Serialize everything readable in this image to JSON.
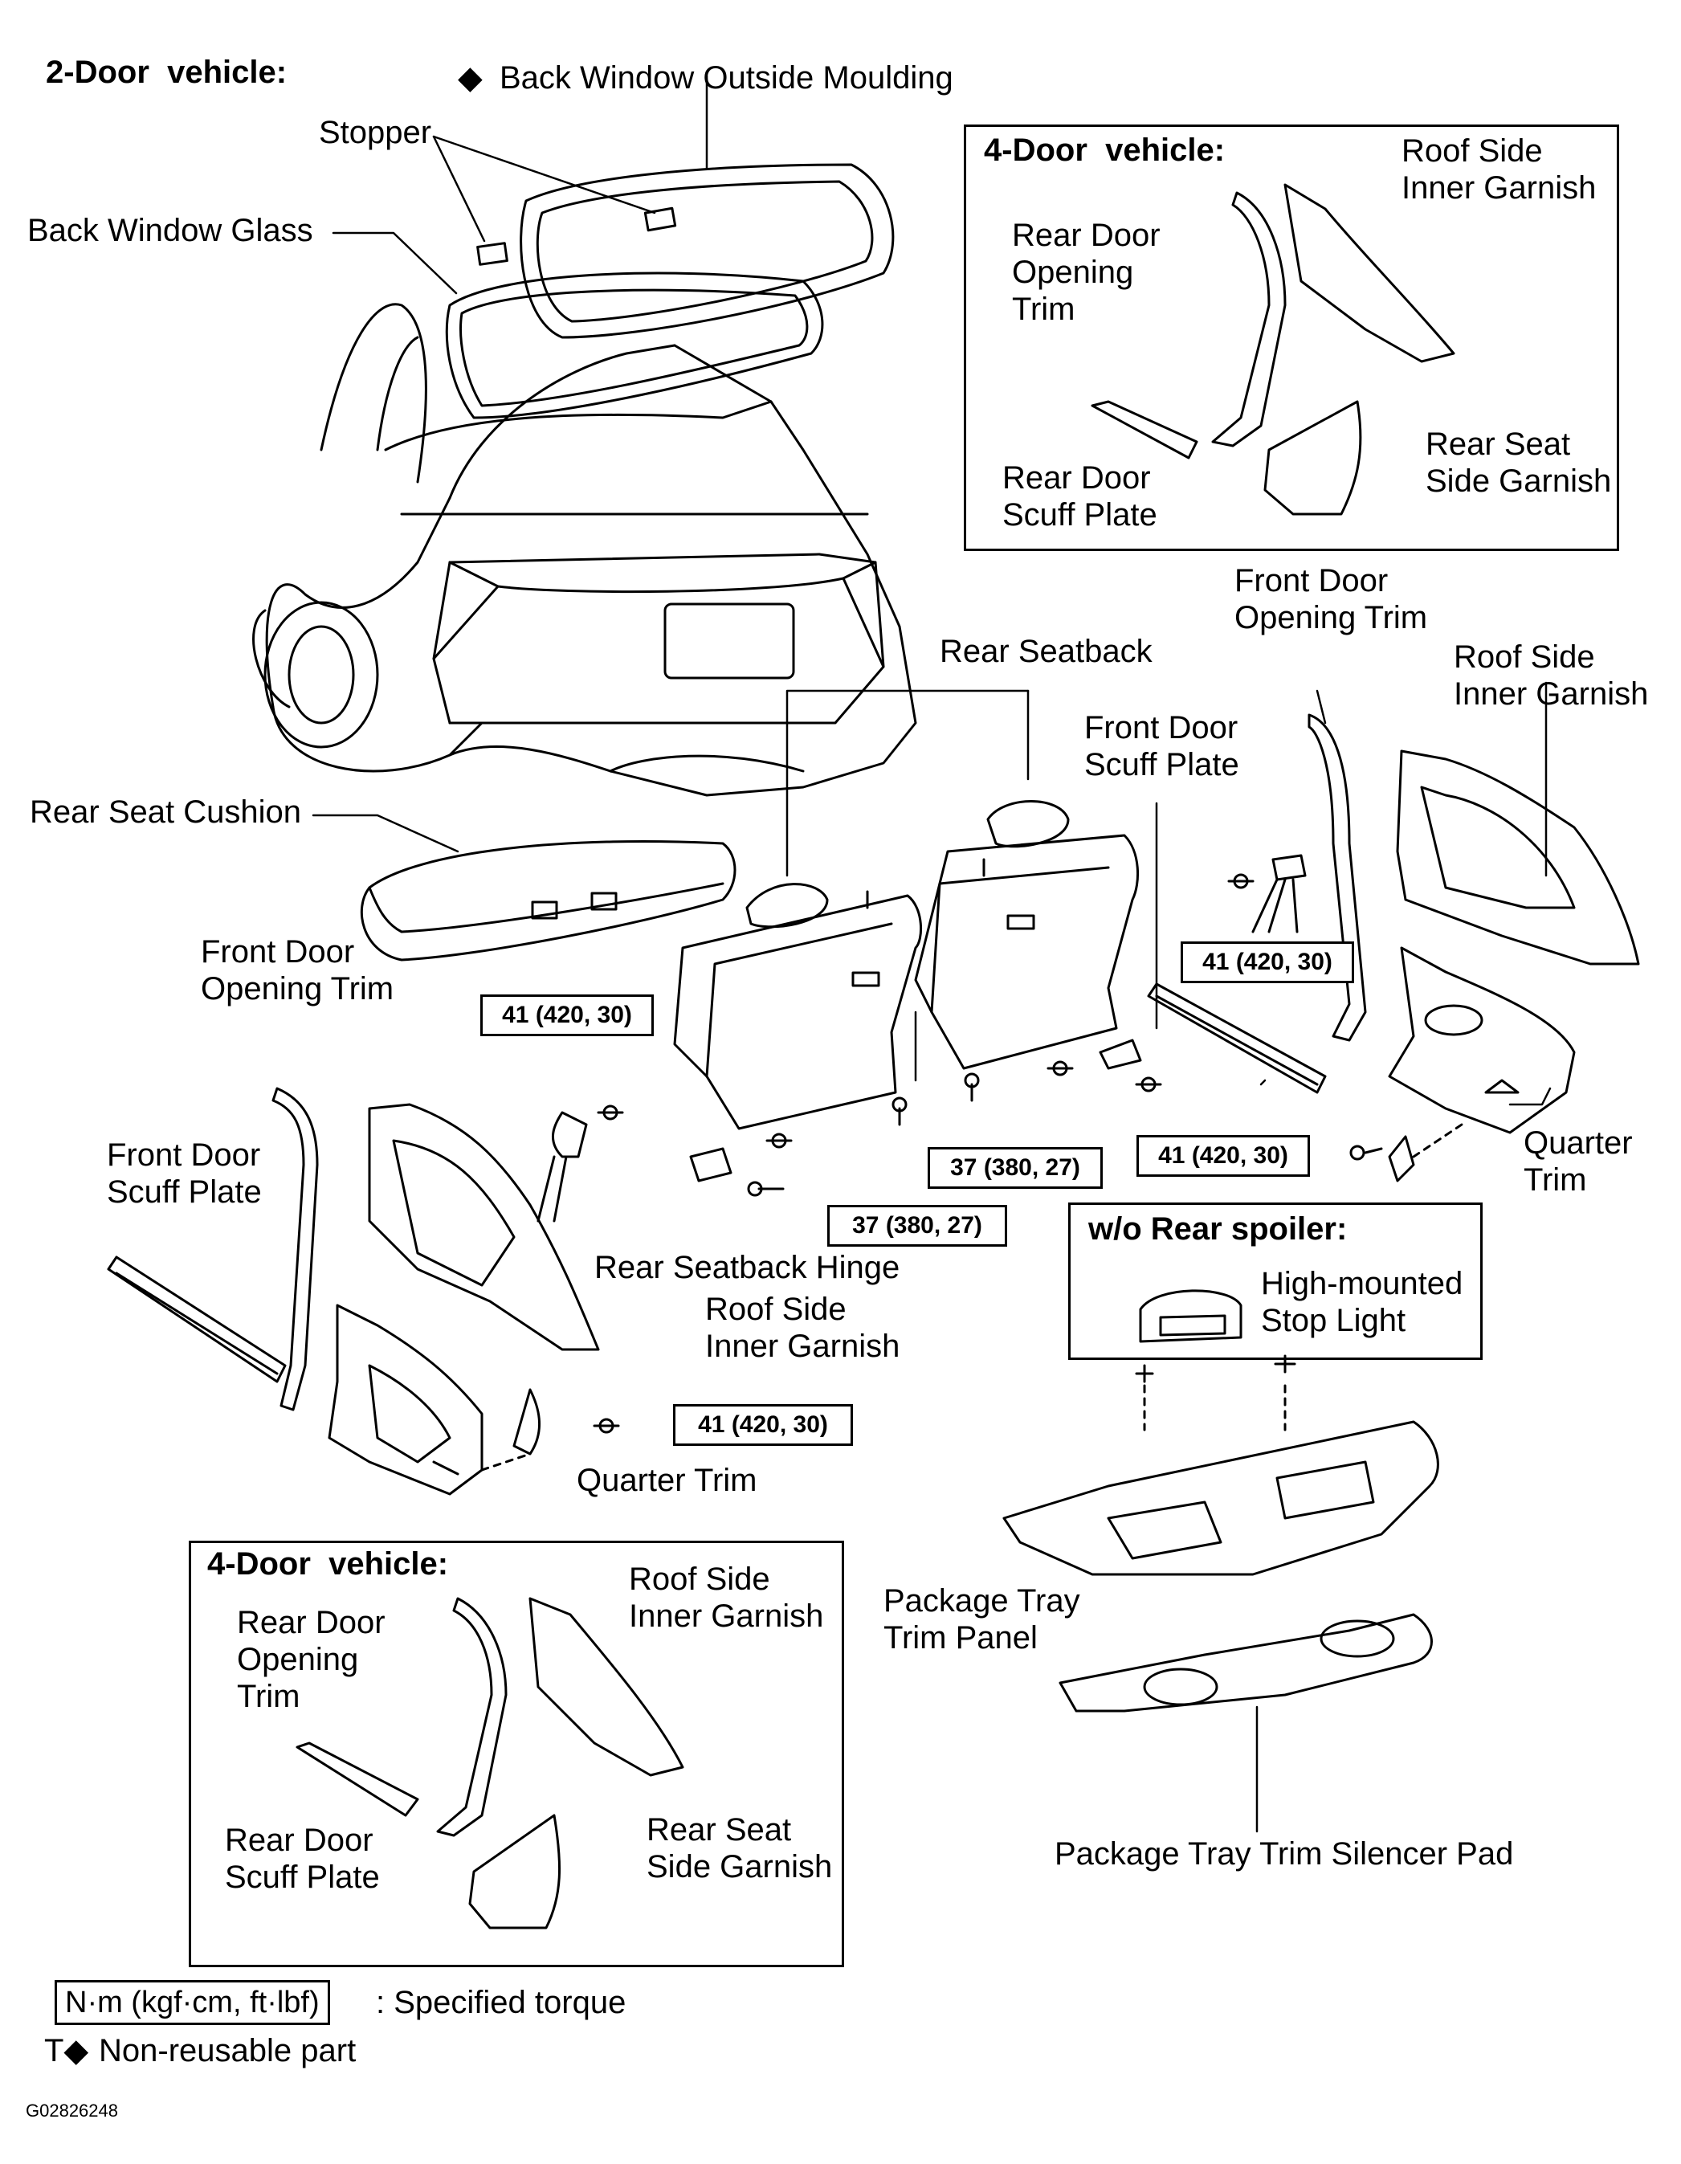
{
  "headers": {
    "two_door": "2-Door  vehicle:",
    "four_door_top": "4-Door  vehicle:",
    "four_door_bottom": "4-Door  vehicle:",
    "wo_rear_spoiler": "w/o Rear spoiler:"
  },
  "labels": {
    "back_window_outside_moulding": "Back Window Outside Moulding",
    "moulding_marker": "◆",
    "stopper": "Stopper",
    "back_window_glass": "Back Window Glass",
    "rear_seat_cushion": "Rear Seat Cushion",
    "rear_seatback": "Rear Seatback",
    "front_door_opening_trim_left": "Front Door\nOpening Trim",
    "front_door_scuff_plate_left": "Front Door\nScuff Plate",
    "rear_seatback_hinge": "Rear Seatback Hinge",
    "roof_side_inner_garnish_center": "Roof Side\nInner Garnish",
    "quarter_trim_left": "Quarter Trim",
    "front_door_opening_trim_right": "Front Door\nOpening Trim",
    "front_door_scuff_plate_right": "Front Door\nScuff Plate",
    "roof_side_inner_garnish_right": "Roof Side\nInner Garnish",
    "quarter_trim_right": "Quarter\nTrim",
    "high_mounted_stop_light": "High-mounted\nStop Light",
    "package_tray_trim_panel": "Package Tray\nTrim Panel",
    "package_tray_trim_silencer_pad": "Package Tray Trim Silencer Pad"
  },
  "four_door_top": {
    "roof_side_inner_garnish": "Roof Side\nInner Garnish",
    "rear_door_opening_trim": "Rear Door\nOpening\nTrim",
    "rear_seat_side_garnish": "Rear Seat\nSide Garnish",
    "rear_door_scuff_plate": "Rear Door\nScuff Plate"
  },
  "four_door_bottom": {
    "roof_side_inner_garnish": "Roof Side\nInner Garnish",
    "rear_door_opening_trim": "Rear Door\nOpening\nTrim",
    "rear_seat_side_garnish": "Rear Seat\nSide Garnish",
    "rear_door_scuff_plate": "Rear Door\nScuff Plate"
  },
  "torque": {
    "t41_a": "41 (420, 30)",
    "t41_b": "41 (420, 30)",
    "t41_c": "41 (420, 30)",
    "t41_d": "41 (420, 30)",
    "t37_a": "37 (380, 27)",
    "t37_b": "37 (380, 27)"
  },
  "legend": {
    "unit": "N·m (kgf·cm, ft·lbf)",
    "unit_desc": ": Specified torque",
    "non_reusable_marker": "T◆",
    "non_reusable": "Non-reusable part"
  },
  "figure_code": "G02826248"
}
